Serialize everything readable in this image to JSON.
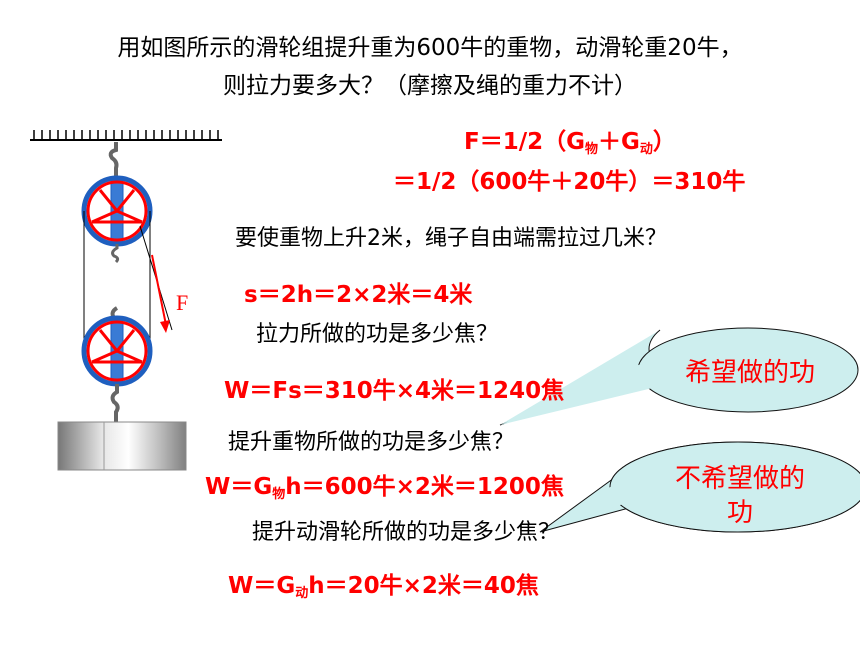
{
  "problem": {
    "line1": "用如图所示的滑轮组提升重为600牛的重物，动滑轮重20牛，",
    "line2": "则拉力要多大？（摩擦及绳的重力不计）"
  },
  "figure": {
    "force_label": "F"
  },
  "formulas": {
    "f_prefix": "F＝1/2（G",
    "f_sub1": "物",
    "f_mid": "＋G",
    "f_sub2": "动",
    "f_suffix": "）",
    "f_result": "＝1/2（600牛＋20牛）＝310牛",
    "s_line": "s＝2h＝2×2米＝4米",
    "w_total": "W＝Fs＝310牛×4米＝1240焦",
    "w_useful_prefix": "W＝G",
    "w_useful_sub": "物",
    "w_useful_suffix": "h＝600牛×2米＝1200焦",
    "w_extra_prefix": "W＝G",
    "w_extra_sub": "动",
    "w_extra_suffix": "h＝20牛×2米＝40焦"
  },
  "questions": {
    "q1": "要使重物上升2米，绳子自由端需拉过几米？",
    "q2": "拉力所做的功是多少焦？",
    "q3": "提升重物所做的功是多少焦？",
    "q4": "提升动滑轮所做的功是多少焦？"
  },
  "bubbles": {
    "wanted": "希望做的功",
    "unwanted_line1": "不希望做的",
    "unwanted_line2": "功"
  },
  "colors": {
    "accent_red": "#ff0000",
    "bubble_fill": "#cdeeee",
    "wheel_blue": "#1f5fbf"
  }
}
